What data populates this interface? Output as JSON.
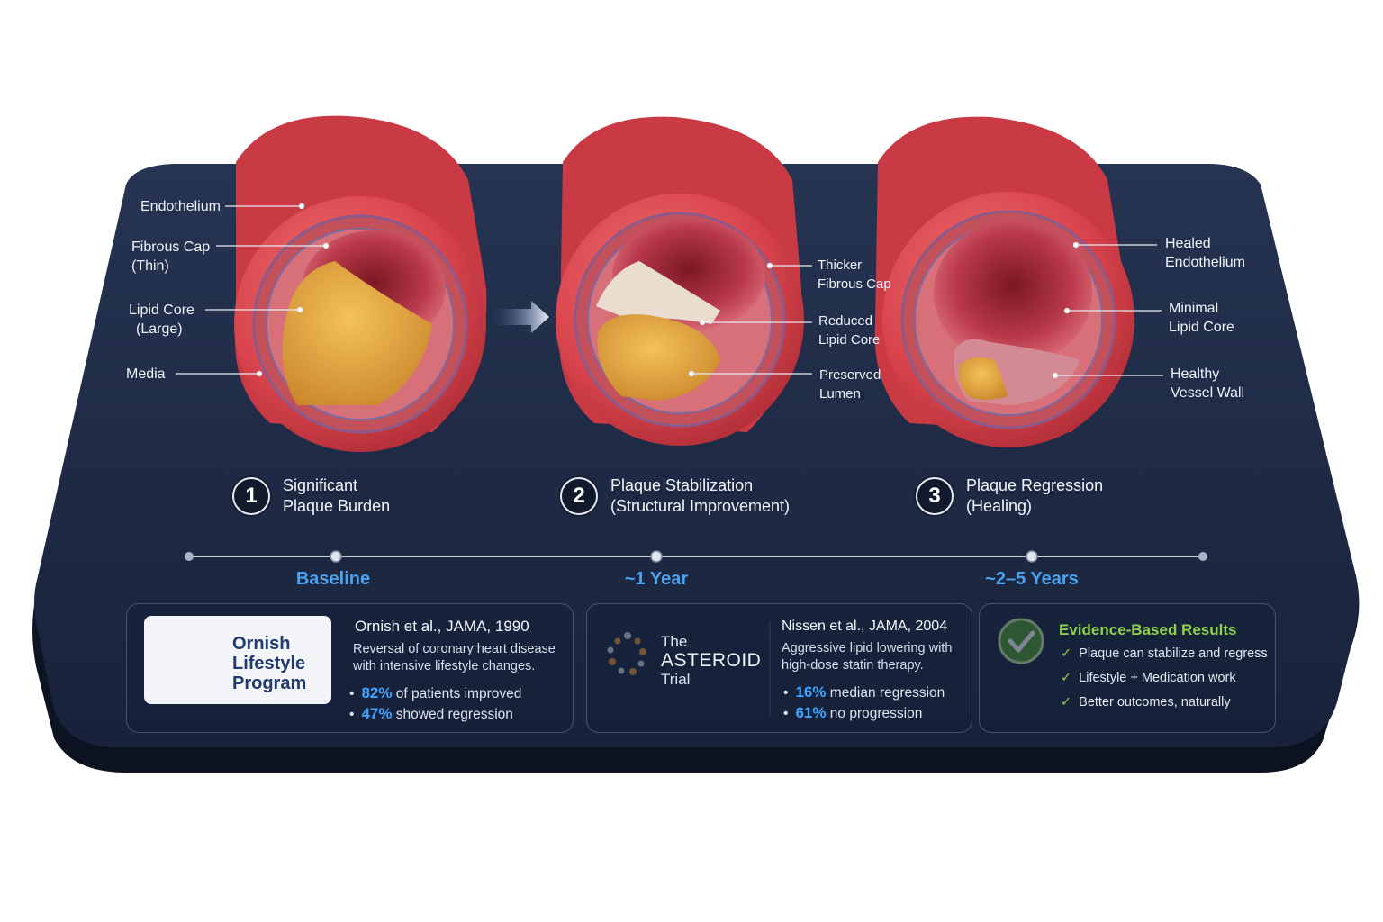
{
  "stages": [
    {
      "number": "1",
      "title_line1": "Significant",
      "title_line2": "Plaque Burden"
    },
    {
      "number": "2",
      "title_line1": "Plaque Stabilization",
      "title_line2": "(Structural Improvement)"
    },
    {
      "number": "3",
      "title_line1": "Plaque Regression",
      "title_line2": "(Healing)"
    }
  ],
  "labels_stage1": [
    {
      "line1": "Endothelium",
      "line2": ""
    },
    {
      "line1": "Fibrous Cap",
      "line2": "(Thin)"
    },
    {
      "line1": "Lipid Core",
      "line2": "(Large)"
    },
    {
      "line1": "Media",
      "line2": ""
    }
  ],
  "labels_stage2": [
    {
      "line1": "Thicker",
      "line2": "Fibrous Cap"
    },
    {
      "line1": "Reduced",
      "line2": "Lipid Core"
    },
    {
      "line1": "Preserved",
      "line2": "Lumen"
    }
  ],
  "labels_stage3": [
    {
      "line1": "Healed",
      "line2": "Endothelium"
    },
    {
      "line1": "Minimal",
      "line2": "Lipid Core"
    },
    {
      "line1": "Healthy",
      "line2": "Vessel Wall"
    }
  ],
  "timeline": {
    "points": [
      "Baseline",
      "~1 Year",
      "~2–5 Years"
    ]
  },
  "ornish": {
    "logo_line1": "Ornish",
    "logo_line2": "Lifestyle",
    "logo_line3": "Program",
    "citation": "Ornish et al., JAMA, 1990",
    "desc_line1": "Reversal of coronary heart disease",
    "desc_line2": "with intensive lifestyle changes.",
    "stats": [
      {
        "value": "82%",
        "text": "of patients improved"
      },
      {
        "value": "47%",
        "text": "showed regression"
      }
    ]
  },
  "asteroid": {
    "logo_line1": "The",
    "logo_line2": "ASTEROID",
    "logo_line3": "Trial",
    "citation": "Nissen et al., JAMA, 2004",
    "desc_line1": "Aggressive lipid lowering with",
    "desc_line2": "high-dose statin therapy.",
    "stats": [
      {
        "value": "16%",
        "text": "median regression"
      },
      {
        "value": "61%",
        "text": "no progression"
      }
    ]
  },
  "evidence": {
    "title": "Evidence-Based Results",
    "items": [
      "Plaque can stabilize and regress",
      "Lifestyle + Medication work",
      "Better outcomes, naturally"
    ]
  },
  "colors": {
    "platform": "#1b2740",
    "artery": "#d9454f",
    "plaque": "#e0a33c",
    "accent_blue": "#3ea3ff",
    "accent_green": "#8fd14a"
  }
}
